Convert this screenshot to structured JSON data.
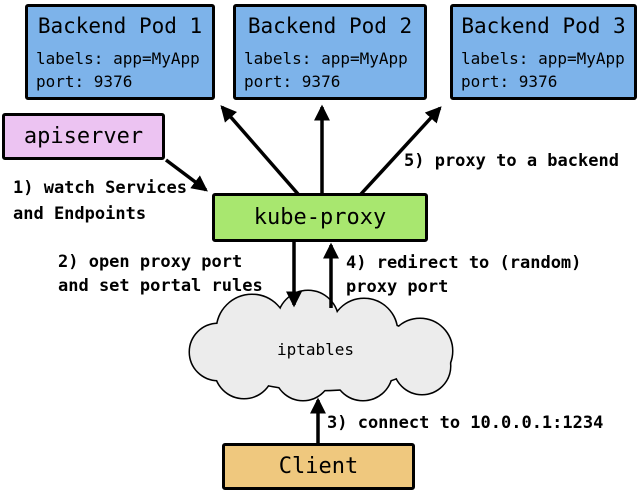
{
  "colors": {
    "pod_fill": "#7db3ea",
    "apiserver_fill": "#ecc3f2",
    "kubeproxy_fill": "#a8e76f",
    "cloud_fill": "#ececec",
    "client_fill": "#efc87e",
    "border": "#000000"
  },
  "pods": [
    {
      "title": "Backend Pod 1",
      "labels": "labels: app=MyApp",
      "port": "port: 9376"
    },
    {
      "title": "Backend Pod 2",
      "labels": "labels: app=MyApp",
      "port": "port: 9376"
    },
    {
      "title": "Backend Pod 3",
      "labels": "labels: app=MyApp",
      "port": "port: 9376"
    }
  ],
  "apiserver": {
    "label": "apiserver"
  },
  "kube_proxy": {
    "label": "kube-proxy"
  },
  "iptables": {
    "label": "iptables"
  },
  "client": {
    "label": "Client"
  },
  "annotations": {
    "step1": {
      "line1": "1) watch Services",
      "line2": "and Endpoints"
    },
    "step2": {
      "line1": "2) open proxy port",
      "line2": "and set portal rules"
    },
    "step3": {
      "line1": "3) connect to 10.0.0.1:1234"
    },
    "step4": {
      "line1": "4) redirect to (random)",
      "line2": "proxy port"
    },
    "step5": {
      "line1": "5) proxy to a backend"
    }
  }
}
